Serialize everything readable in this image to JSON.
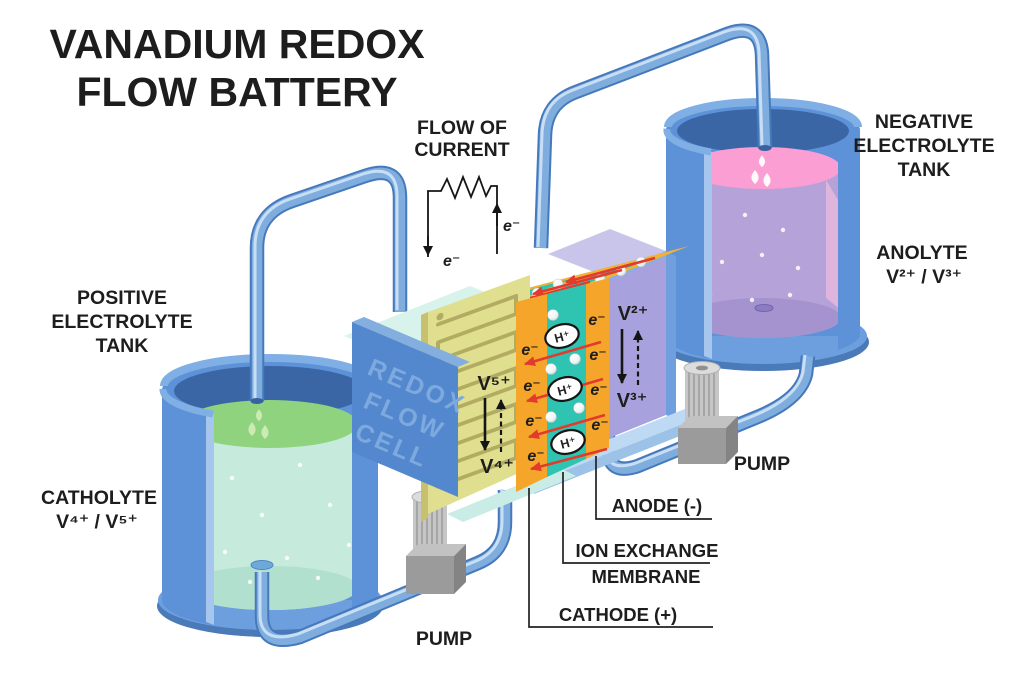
{
  "title": {
    "line1": "VANADIUM REDOX",
    "line2": "FLOW BATTERY"
  },
  "labels": {
    "flow_of_current": {
      "line1": "FLOW OF",
      "line2": "CURRENT"
    },
    "positive_tank": {
      "line1": "POSITIVE",
      "line2": "ELECTROLYTE",
      "line3": "TANK"
    },
    "catholyte": {
      "line1": "CATHOLYTE",
      "line2": "V⁴⁺ / V⁵⁺"
    },
    "negative_tank": {
      "line1": "NEGATIVE",
      "line2": "ELECTROLYTE",
      "line3": "TANK"
    },
    "anolyte": {
      "line1": "ANOLYTE",
      "line2": "V²⁺ / V³⁺"
    },
    "pump_left": "PUMP",
    "pump_right": "PUMP",
    "anode": "ANODE (-)",
    "ion_exchange_line1": "ION EXCHANGE",
    "ion_exchange_line2": "MEMBRANE",
    "cathode": "CATHODE (+)",
    "redox_cell": {
      "line1": "REDOX",
      "line2": "FLOW",
      "line3": "CELL"
    },
    "v5": "V⁵⁺",
    "v4": "V⁴⁺",
    "v2": "V²⁺",
    "v3": "V³⁺",
    "electron": "e⁻",
    "proton": "H⁺"
  },
  "colors": {
    "title_blue": "#2e6cb7",
    "label_black": "#1d1d1d",
    "pipe_main": "#7fadde",
    "pipe_outline": "#4679bc",
    "pipe_highlight": "#c8def5",
    "tank_wall_blue": "#5d92d8",
    "tank_rim_light": "#7fafe4",
    "tank_inner_dark": "#3a66a6",
    "catholyte_surface_green": "#8fd37f",
    "catholyte_body": "#c6ebdc",
    "anolyte_surface_pink": "#fb9ed3",
    "anolyte_body": "#b5a2d8",
    "cell_plate_blue": "#5488ce",
    "serpentine_plate": "#dfdf8f",
    "serpentine_line": "#b2ac62",
    "electrode_orange": "#f5a62a",
    "electrode_orange_top": "#f2b236",
    "membrane_teal": "#2fc3b2",
    "end_plate_lavender": "#a7a2dd",
    "end_plate_lavender_top": "#c9c5ea",
    "teal_block": "#d8f3ec",
    "platform_blue": "#bdd9f3",
    "pump_gray": "#c6c6c6",
    "red_arrow": "#e23b2e"
  }
}
